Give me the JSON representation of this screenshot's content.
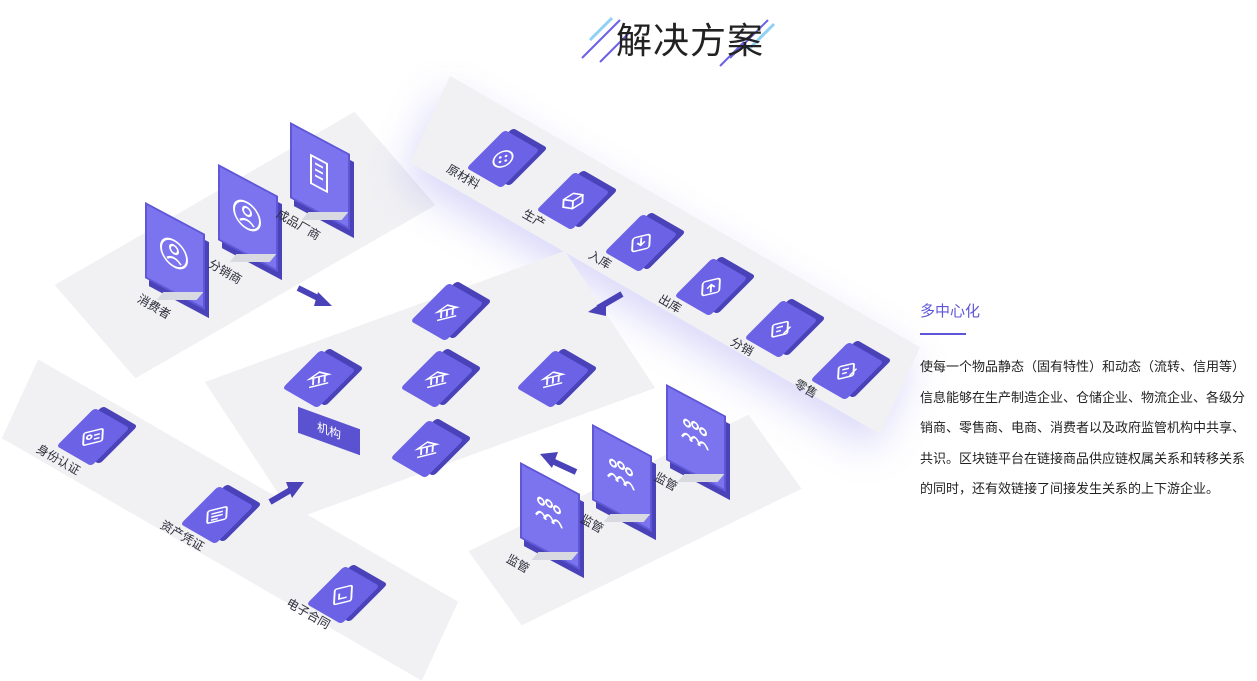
{
  "header": {
    "title": "解决方案"
  },
  "consumer_group": {
    "items": [
      {
        "label": "消费者",
        "icon": "person-icon"
      },
      {
        "label": "分销商",
        "icon": "person-icon"
      },
      {
        "label": "成品厂商",
        "icon": "building-icon"
      }
    ]
  },
  "supply_chain": {
    "items": [
      {
        "label": "原材料",
        "icon": "grid-icon"
      },
      {
        "label": "生产",
        "icon": "box-icon"
      },
      {
        "label": "入库",
        "icon": "import-icon"
      },
      {
        "label": "出库",
        "icon": "export-icon"
      },
      {
        "label": "分销",
        "icon": "edit-icon"
      },
      {
        "label": "零售",
        "icon": "edit-icon"
      }
    ]
  },
  "institutions": {
    "label": "机构",
    "icon": "bank-icon"
  },
  "credentials": {
    "items": [
      {
        "label": "身份认证",
        "icon": "id-card-icon"
      },
      {
        "label": "资产凭证",
        "icon": "document-icon"
      },
      {
        "label": "电子合同",
        "icon": "contract-icon"
      }
    ]
  },
  "supervision": {
    "items": [
      {
        "label": "监管",
        "icon": "group-icon"
      },
      {
        "label": "监管",
        "icon": "group-icon"
      },
      {
        "label": "监管",
        "icon": "group-icon"
      }
    ]
  },
  "sidebar": {
    "heading": "多中心化",
    "body": "使每一个物品静态（固有特性）和动态（流转、信用等）信息能够在生产制造企业、仓储企业、物流企业、各级分销商、零售商、电商、消费者以及政府监管机构中共享、共识。区块链平台在链接商品供应链权属关系和转移关系的同时，还有效链接了间接发生关系的上下游企业。"
  },
  "colors": {
    "accent": "#6b62e6",
    "accent_dark": "#4a42b8",
    "platform": "#f1f1f4",
    "heading": "#5e56d8"
  }
}
